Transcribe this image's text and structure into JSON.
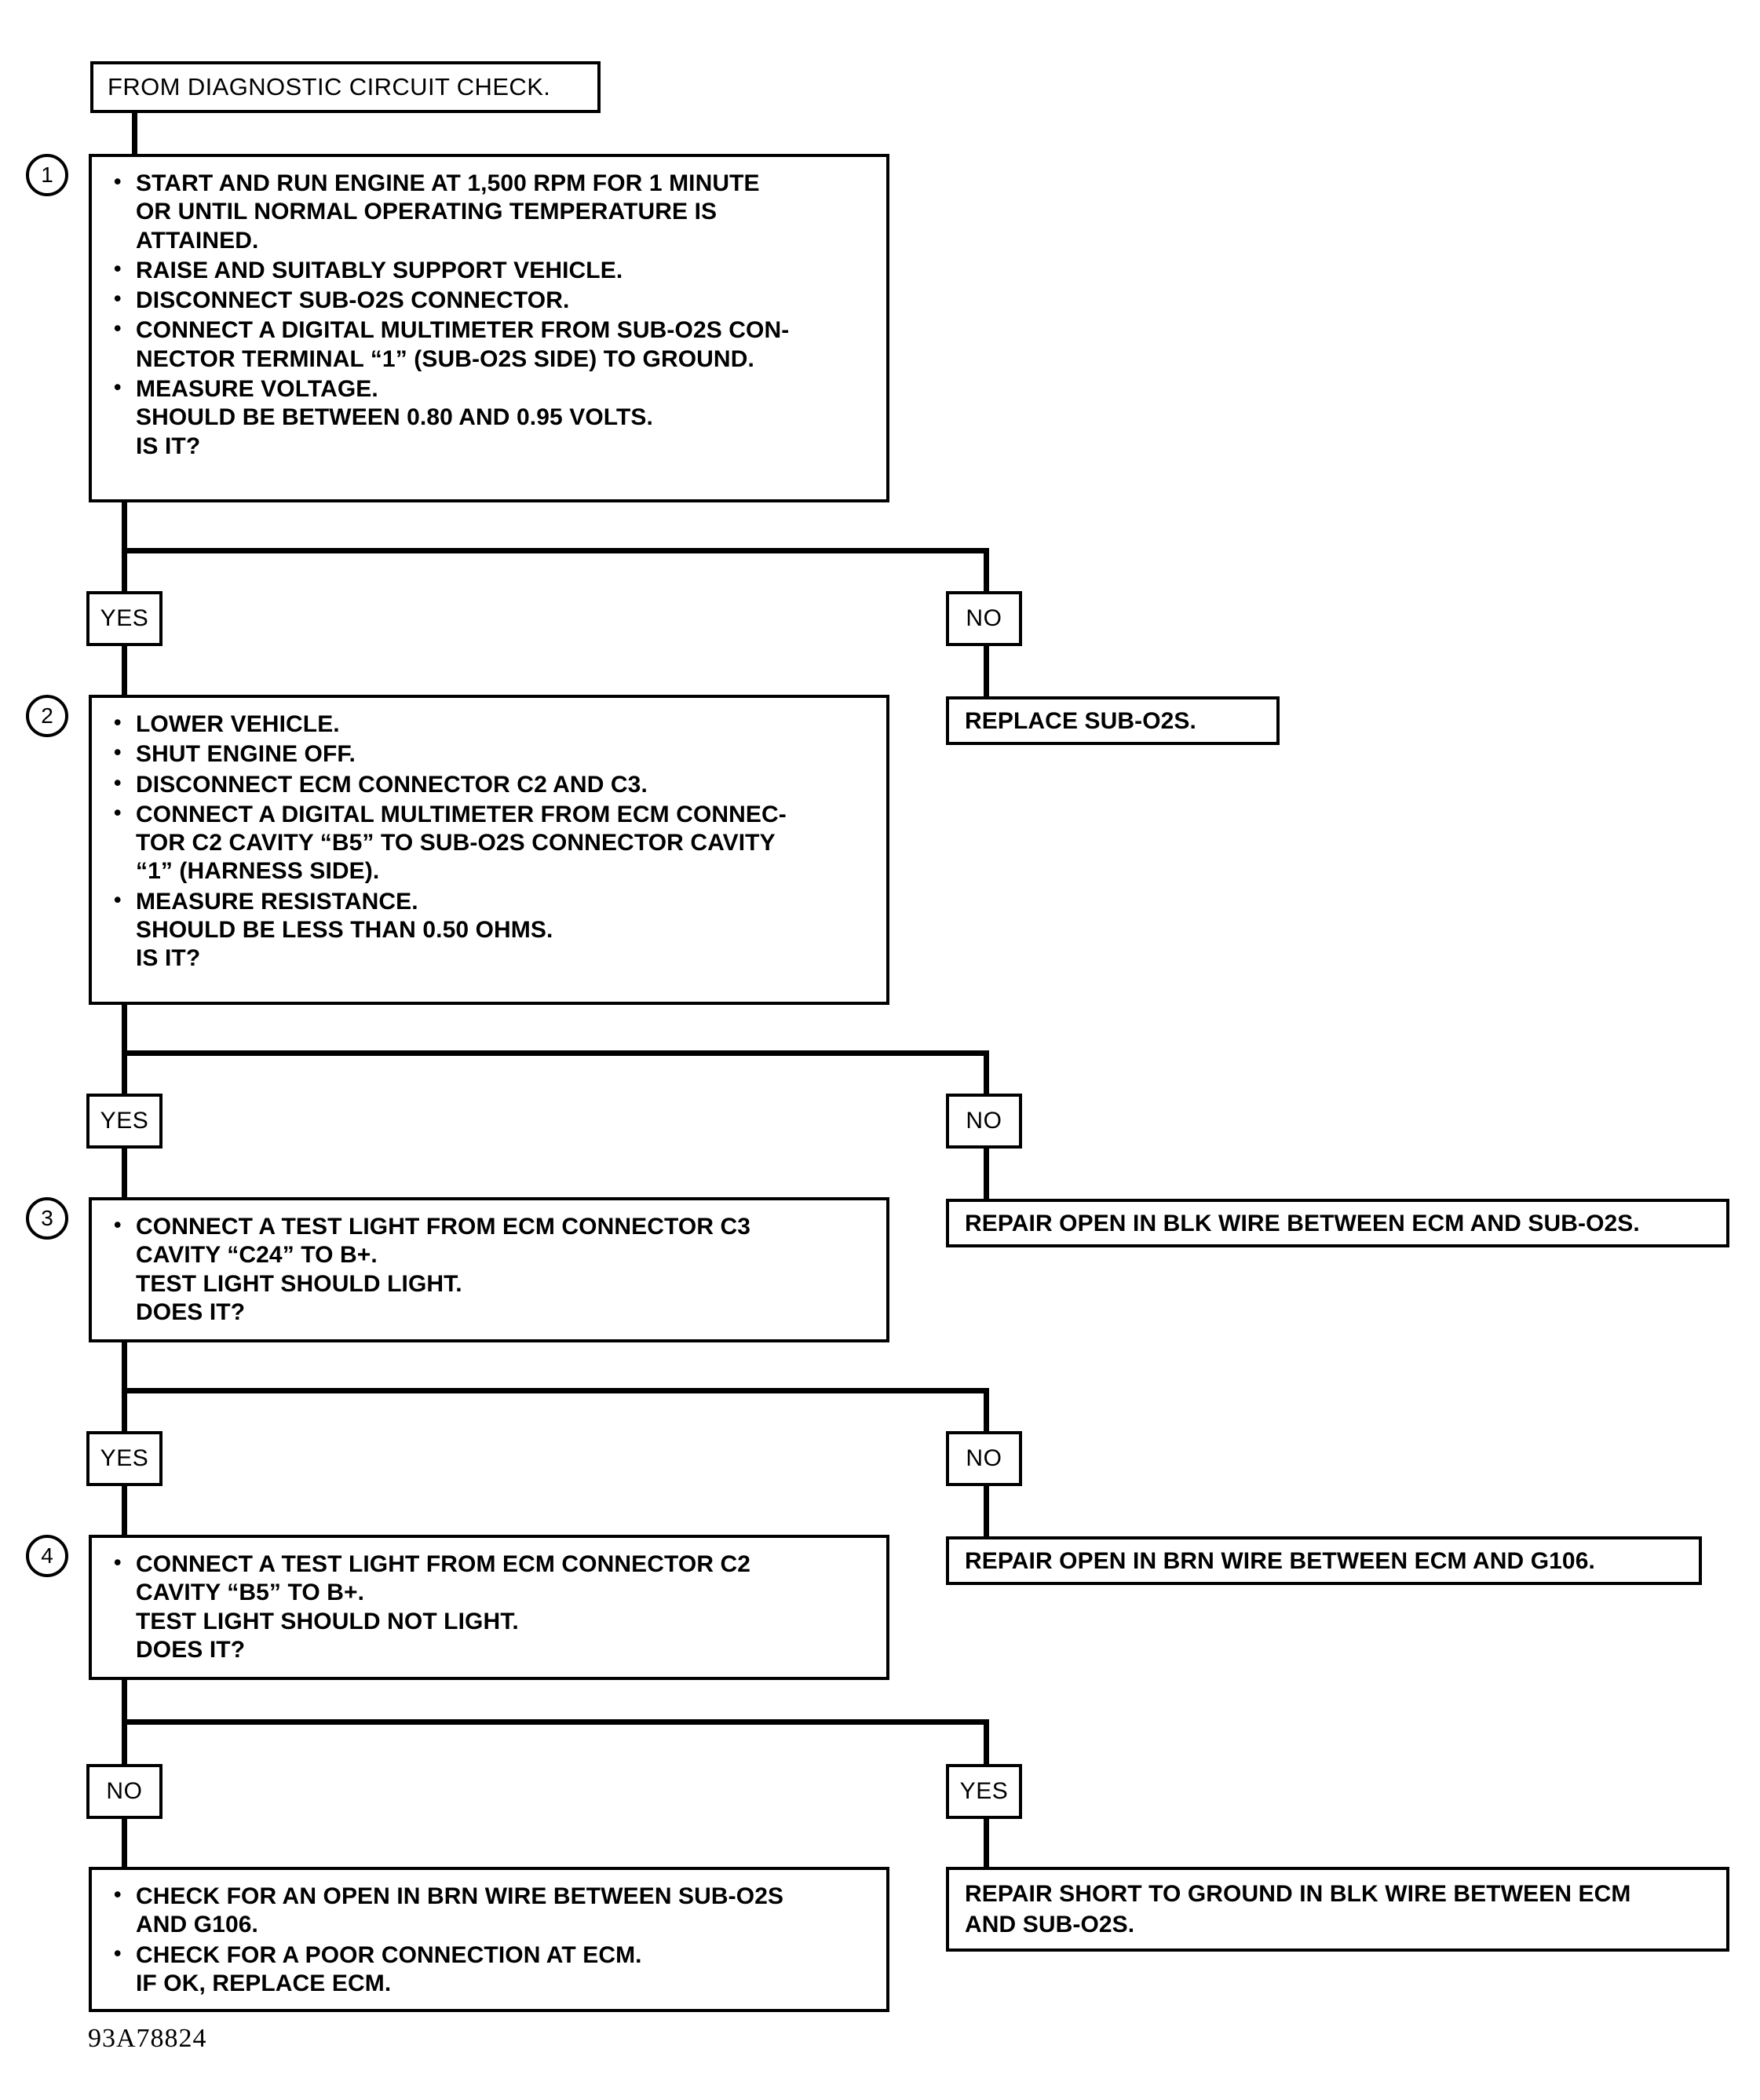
{
  "diagram": {
    "title": "FROM DIAGNOSTIC CIRCUIT CHECK.",
    "footer_code": "93A78824",
    "ink_color": "#000000",
    "background_color": "#ffffff"
  },
  "entry": {
    "label": "FROM DIAGNOSTIC CIRCUIT CHECK."
  },
  "steps": [
    {
      "number": "1",
      "items": [
        {
          "lines": [
            "START AND RUN ENGINE AT 1,500 RPM FOR 1 MINUTE",
            "OR UNTIL NORMAL OPERATING TEMPERATURE IS",
            "ATTAINED."
          ]
        },
        {
          "lines": [
            "RAISE AND SUITABLY SUPPORT VEHICLE."
          ]
        },
        {
          "lines": [
            "DISCONNECT SUB-O2S CONNECTOR."
          ]
        },
        {
          "lines": [
            "CONNECT A DIGITAL MULTIMETER FROM SUB-O2S CON-",
            "NECTOR TERMINAL “1” (SUB-O2S SIDE) TO GROUND."
          ]
        },
        {
          "lines": [
            "MEASURE VOLTAGE.",
            "SHOULD BE BETWEEN 0.80 AND 0.95 VOLTS.",
            "IS IT?"
          ]
        }
      ]
    },
    {
      "number": "2",
      "items": [
        {
          "lines": [
            "LOWER VEHICLE."
          ]
        },
        {
          "lines": [
            "SHUT ENGINE OFF."
          ]
        },
        {
          "lines": [
            "DISCONNECT ECM CONNECTOR C2 AND C3."
          ]
        },
        {
          "lines": [
            "CONNECT A DIGITAL MULTIMETER FROM ECM CONNEC-",
            "TOR C2 CAVITY “B5” TO SUB-O2S CONNECTOR CAVITY",
            "“1” (HARNESS SIDE)."
          ]
        },
        {
          "lines": [
            "MEASURE RESISTANCE.",
            "SHOULD BE LESS THAN 0.50 OHMS.",
            "IS IT?"
          ]
        }
      ]
    },
    {
      "number": "3",
      "items": [
        {
          "lines": [
            "CONNECT A TEST LIGHT FROM ECM CONNECTOR C3",
            "CAVITY “C24” TO B+.",
            "TEST LIGHT SHOULD LIGHT.",
            "DOES IT?"
          ]
        }
      ]
    },
    {
      "number": "4",
      "items": [
        {
          "lines": [
            "CONNECT A TEST LIGHT FROM ECM CONNECTOR C2",
            "CAVITY “B5” TO B+.",
            "TEST LIGHT SHOULD NOT LIGHT.",
            "DOES IT?"
          ]
        }
      ]
    }
  ],
  "branches": [
    {
      "id": "branch-1",
      "left_label": "YES",
      "right_label": "NO"
    },
    {
      "id": "branch-2",
      "left_label": "YES",
      "right_label": "NO"
    },
    {
      "id": "branch-3",
      "left_label": "YES",
      "right_label": "NO"
    },
    {
      "id": "branch-4",
      "left_label": "NO",
      "right_label": "YES"
    }
  ],
  "outcomes": {
    "replace_sub_o2s": "REPLACE SUB-O2S.",
    "repair_open_blk": "REPAIR OPEN IN BLK WIRE BETWEEN ECM AND SUB-O2S.",
    "repair_open_brn": "REPAIR OPEN IN BRN WIRE BETWEEN ECM AND G106.",
    "repair_short_blk_line1": "REPAIR SHORT TO GROUND IN BLK WIRE BETWEEN ECM",
    "repair_short_blk_line2": "AND SUB-O2S."
  },
  "final_check": {
    "items": [
      {
        "lines": [
          "CHECK FOR AN OPEN IN BRN WIRE BETWEEN SUB-O2S",
          "AND G106."
        ]
      },
      {
        "lines": [
          "CHECK FOR A POOR CONNECTION AT ECM.",
          "IF OK, REPLACE ECM."
        ]
      }
    ]
  }
}
